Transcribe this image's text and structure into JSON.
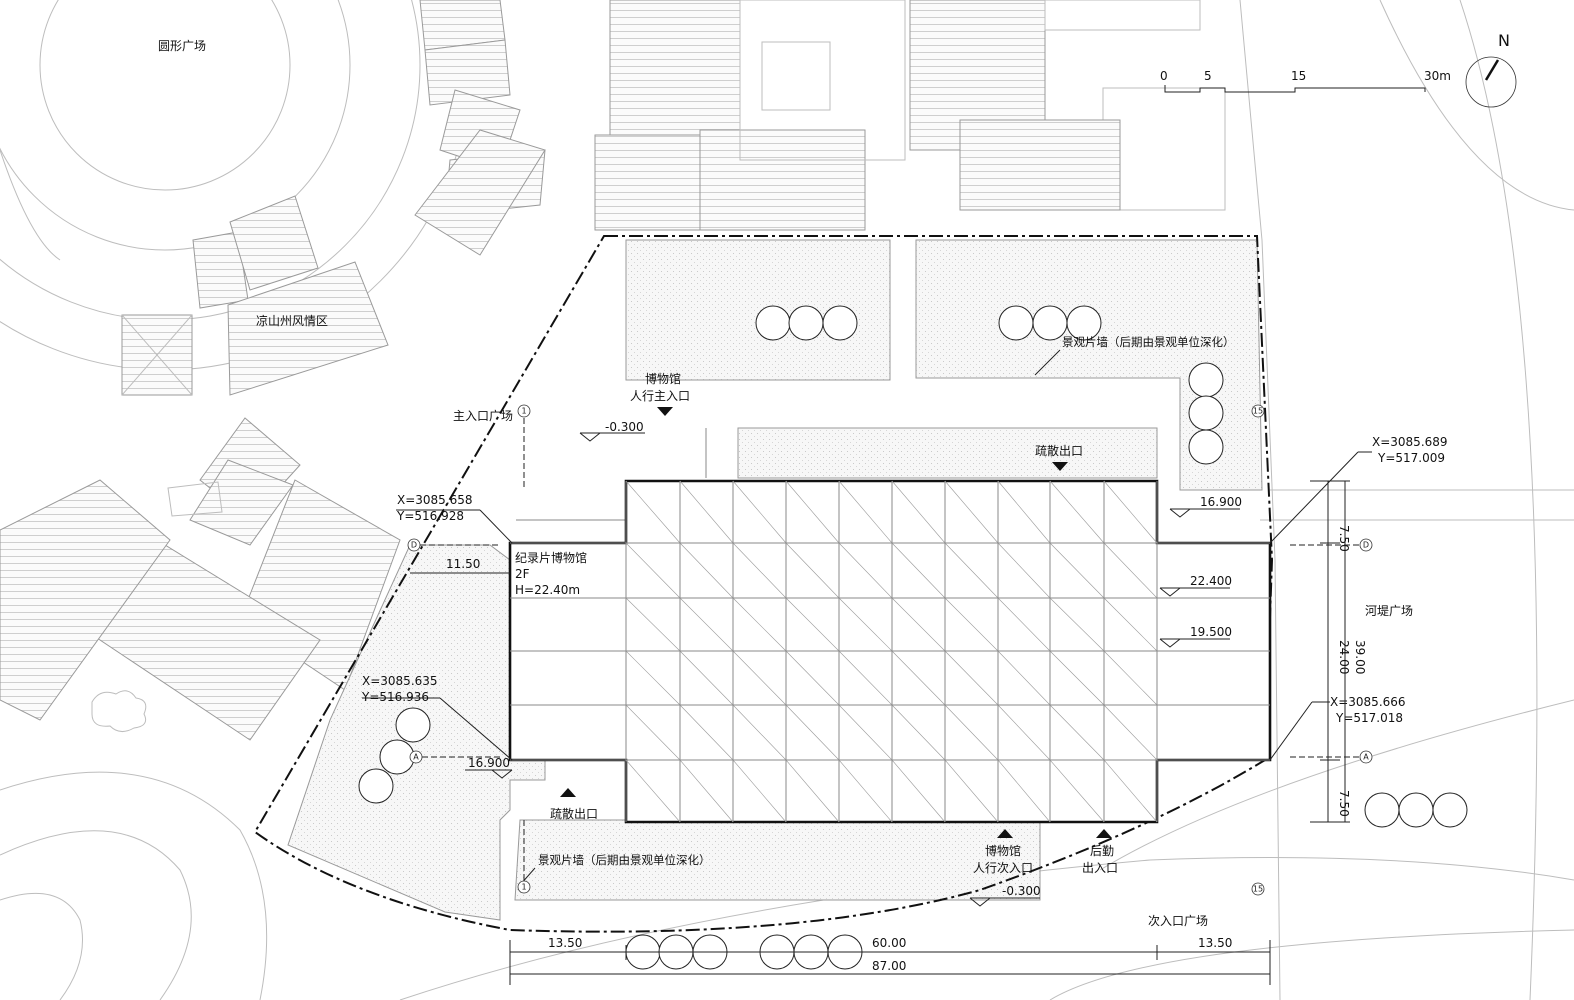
{
  "site_labels": {
    "round_plaza": "圆形广场",
    "liangshan_area": "凉山州风情区",
    "main_entry_plaza": "主入口广场",
    "riverbank_plaza": "河堤广场",
    "secondary_entry_plaza": "次入口广场"
  },
  "building": {
    "name": "纪录片博物馆",
    "floors": "2F",
    "height": "H=22.40m"
  },
  "entrances": {
    "main_pedestrian_line1": "博物馆",
    "main_pedestrian_line2": "人行主入口",
    "secondary_pedestrian_line1": "博物馆",
    "secondary_pedestrian_line2": "人行次入口",
    "service_line1": "后勤",
    "service_line2": "出入口",
    "evac_north": "疏散出口",
    "evac_south": "疏散出口"
  },
  "notes": {
    "landscape_wall_north": "景观片墙（后期由景观单位深化）",
    "landscape_wall_south": "景观片墙（后期由景观单位深化）"
  },
  "elevations": {
    "north_ground": "-0.300",
    "south_ground": "-0.300",
    "east_terrace": "16.900",
    "west_terrace": "16.900",
    "roof_top": "22.400",
    "roof_second": "19.500"
  },
  "coordinates": {
    "nw_x": "X=3085.658",
    "nw_y": "Y=516.928",
    "ne_x": "X=3085.689",
    "ne_y": "Y=517.009",
    "sw_x": "X=3085.635",
    "sw_y": "Y=516.936",
    "se_x": "X=3085.666",
    "se_y": "Y=517.018"
  },
  "dimensions": {
    "setback_west": "11.50",
    "south_left": "13.50",
    "south_middle": "60.00",
    "south_right": "13.50",
    "south_total": "87.00",
    "east_top": "7.50",
    "east_middle": "24.00",
    "east_bottom": "7.50",
    "east_total": "39.00"
  },
  "axes": {
    "a": "A",
    "d": "D",
    "one": "1",
    "fifteen": "15"
  },
  "scale_bar": {
    "labels": [
      "0",
      "5",
      "15",
      "30m"
    ]
  },
  "north_arrow": {
    "label": "N"
  }
}
